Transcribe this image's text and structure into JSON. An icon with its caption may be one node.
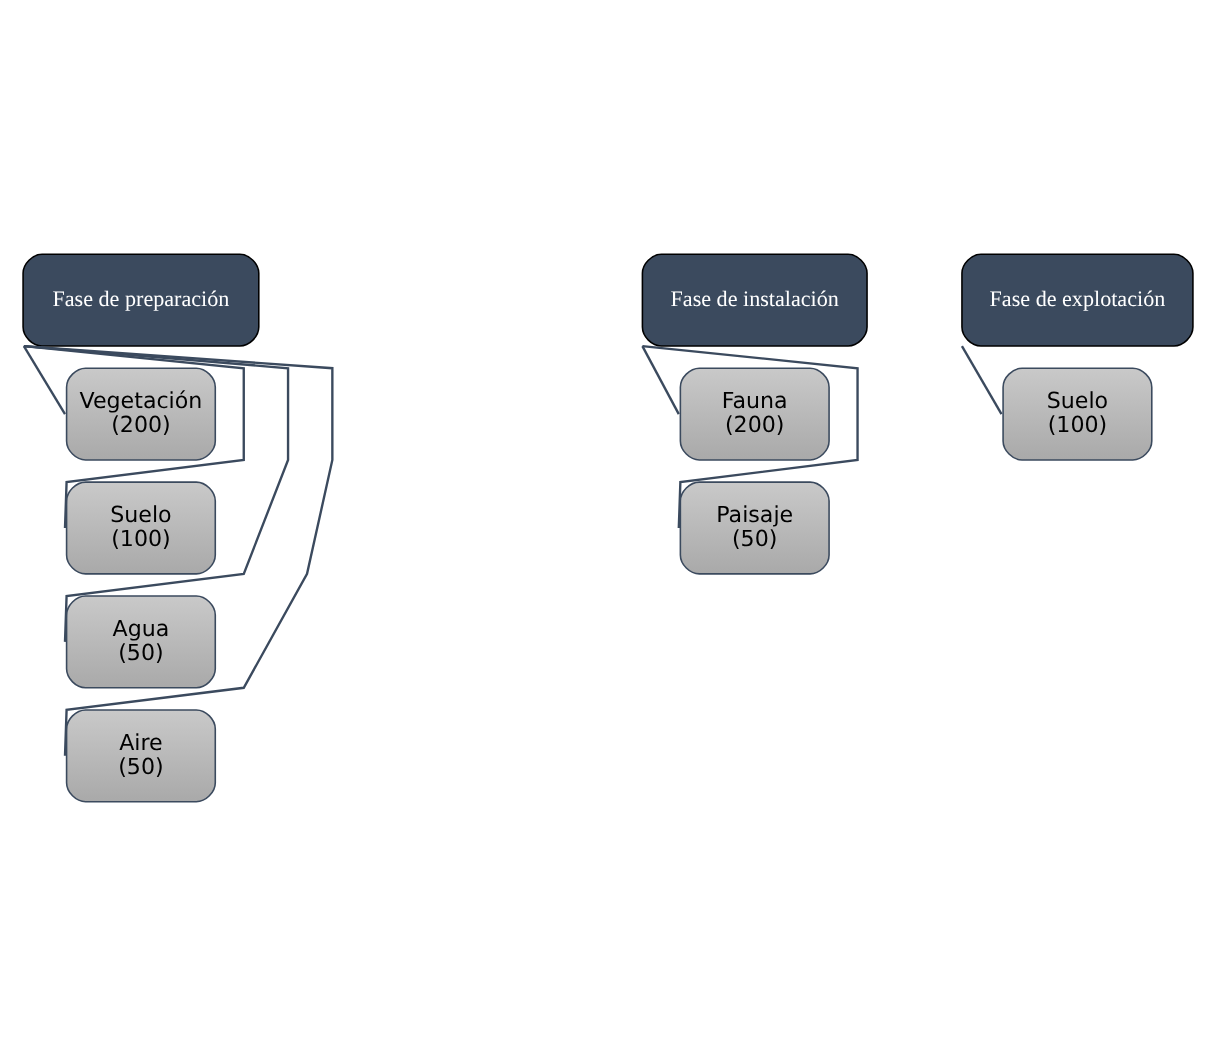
{
  "diagram": {
    "nodes": [
      {
        "text": [
          "Fase de preparación"
        ]
      },
      {
        "text": [
          "Vegetación (200)"
        ]
      },
      {
        "text": [
          "Suelo (100)"
        ]
      },
      {
        "text": [
          "Agua (50)"
        ]
      },
      {
        "text": [
          "Aire (50)"
        ]
      },
      {
        "text": [
          "Fase de instalación"
        ]
      },
      {
        "text": [
          "Fauna (200)"
        ]
      },
      {
        "text": [
          "Paisaje (50)"
        ]
      },
      {
        "text": [
          "Fase de explotación"
        ]
      },
      {
        "text": [
          "Suelo (100)"
        ]
      }
    ],
    "edges": [
      {
        "from": 0,
        "to": 1,
        "arrow": "none"
      },
      {
        "from": 0,
        "to": 2,
        "arrow": "none"
      },
      {
        "from": 0,
        "to": 3,
        "arrow": "none"
      },
      {
        "from": 0,
        "to": 4,
        "arrow": "none"
      },
      {
        "from": 5,
        "to": 6,
        "arrow": "none"
      },
      {
        "from": 5,
        "to": 7,
        "arrow": "none"
      },
      {
        "from": 8,
        "to": 9,
        "arrow": "none"
      }
    ]
  }
}
